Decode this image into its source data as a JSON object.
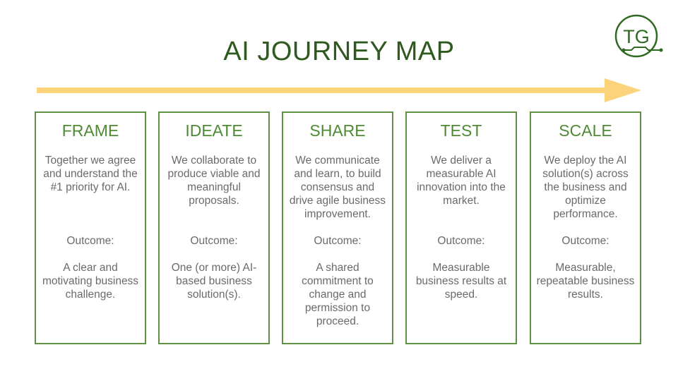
{
  "title": "AI JOURNEY MAP",
  "logo": {
    "text": "TG",
    "icon": "tg-circuit-logo-icon",
    "color": "#2e6b21"
  },
  "arrow": {
    "color": "#fcd27a"
  },
  "outcome_label": "Outcome:",
  "stages": [
    {
      "title": "FRAME",
      "description": "Together we agree and understand the #1 priority for AI.",
      "outcome": "A clear and motivating business challenge."
    },
    {
      "title": "IDEATE",
      "description": "We collaborate to produce viable and meaningful proposals.",
      "outcome": "One (or more) AI-based business solution(s)."
    },
    {
      "title": "SHARE",
      "description": "We communicate and learn, to build consensus and drive agile business improvement.",
      "outcome": "A shared commitment to change and permission to proceed."
    },
    {
      "title": "TEST",
      "description": "We deliver a measurable AI innovation into the market.",
      "outcome": "Measurable business results at speed."
    },
    {
      "title": "SCALE",
      "description": "We deploy the AI solution(s) across the business and optimize performance.",
      "outcome": "Measurable, repeatable business results."
    }
  ]
}
